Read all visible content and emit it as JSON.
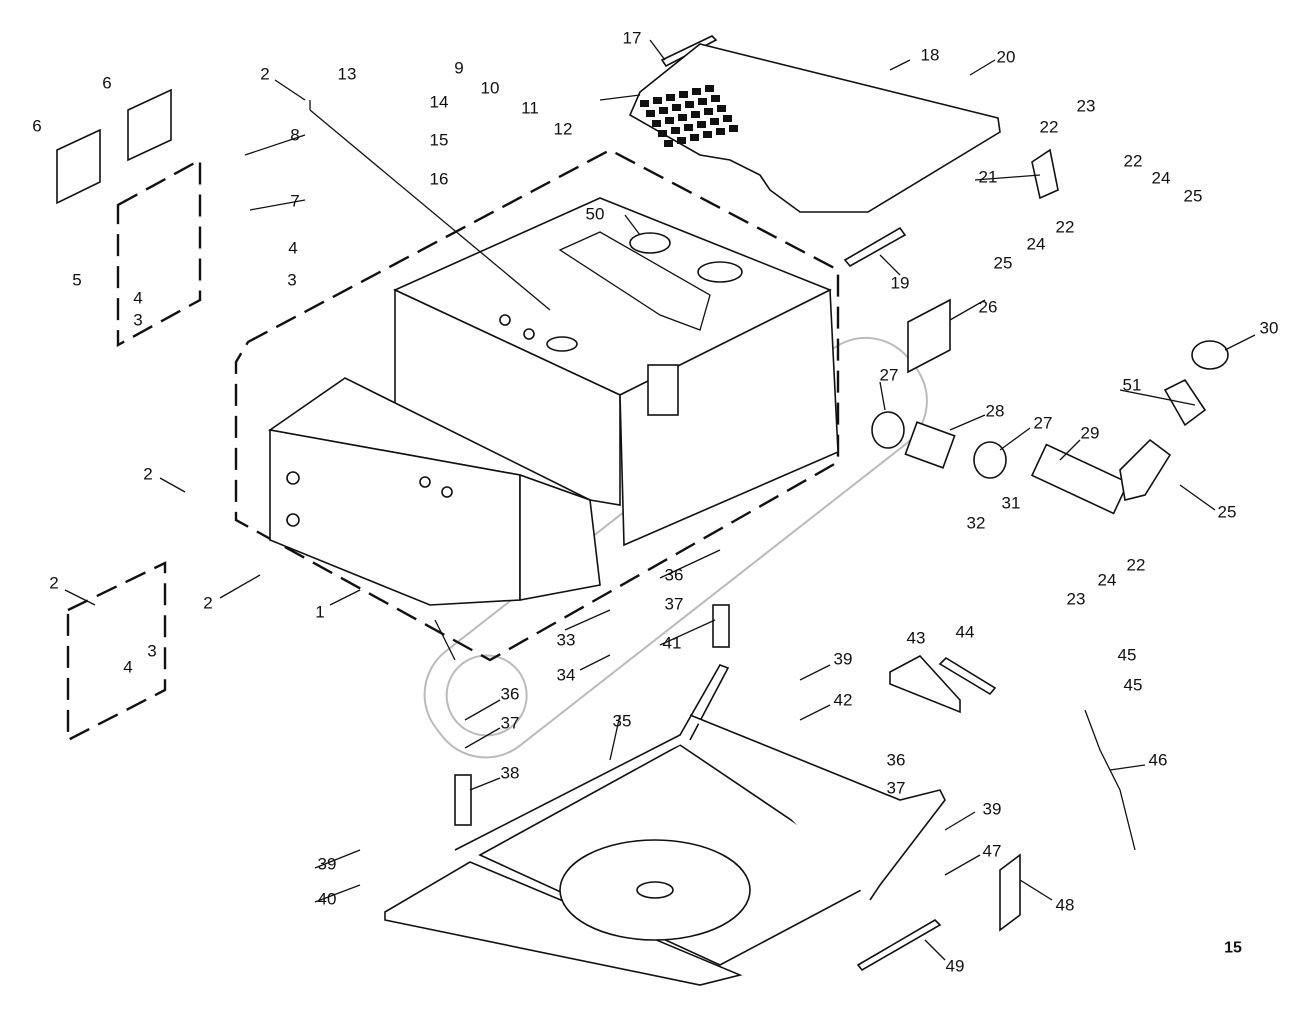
{
  "diagram": {
    "page_number": "15",
    "callouts": [
      "1",
      "2",
      "2",
      "2",
      "2",
      "3",
      "3",
      "3",
      "4",
      "4",
      "4",
      "5",
      "6",
      "6",
      "7",
      "8",
      "9",
      "10",
      "11",
      "12",
      "13",
      "14",
      "15",
      "16",
      "17",
      "18",
      "19",
      "20",
      "21",
      "22",
      "22",
      "22",
      "22",
      "23",
      "23",
      "24",
      "24",
      "24",
      "25",
      "25",
      "25",
      "26",
      "27",
      "27",
      "28",
      "29",
      "30",
      "31",
      "32",
      "33",
      "34",
      "35",
      "36",
      "36",
      "36",
      "37",
      "37",
      "37",
      "38",
      "39",
      "39",
      "39",
      "40",
      "41",
      "42",
      "43",
      "44",
      "45",
      "45",
      "46",
      "47",
      "48",
      "49",
      "50",
      "51"
    ],
    "line_color": "#111111",
    "background": "#ffffff"
  }
}
